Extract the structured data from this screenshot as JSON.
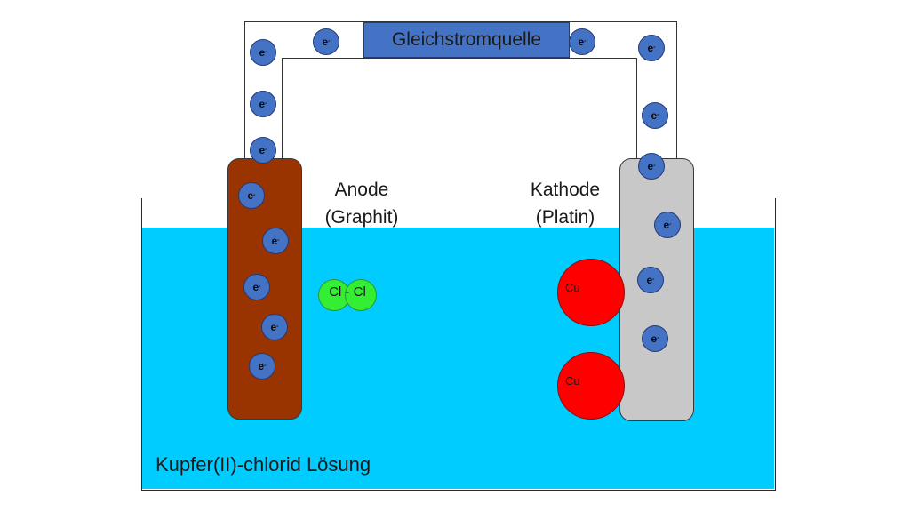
{
  "title": "Gleichstromquelle",
  "electron_symbol": "e",
  "electron_charge": "-",
  "anode": {
    "line1": "Anode",
    "line2": "(Graphit)"
  },
  "cathode": {
    "line1": "Kathode",
    "line2": "(Platin)"
  },
  "chlorine_label": "Cl - Cl",
  "copper_atoms": [
    {
      "label": "Cu"
    },
    {
      "label": "Cu"
    }
  ],
  "solution_label": "Kupfer(II)-chlorid Lösung",
  "colors": {
    "water": "#00CCFF",
    "anode": "#993300",
    "cathode": "#C8C8C8",
    "power_source": "#4472C4",
    "electron": "#4472C4",
    "copper": "#FF0000",
    "chlorine": "#33EE33",
    "wire": "#FFFFFF"
  }
}
